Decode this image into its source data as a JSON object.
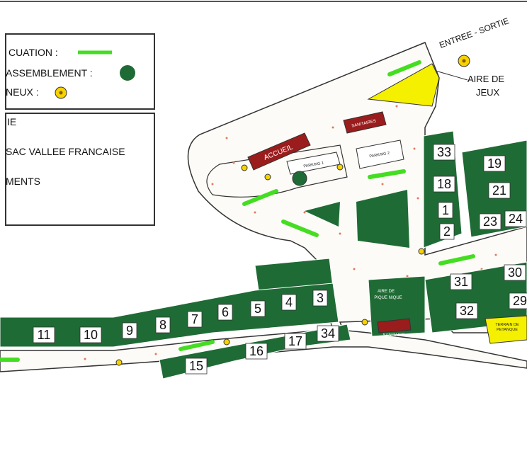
{
  "legend": {
    "line1": "CUATION :",
    "line2": "ASSEMBLEMENT :",
    "line3": "NEUX :",
    "evacuation_color": "#44dd22",
    "assembly_color": "#1f6b35",
    "sign_color": "#f6d200"
  },
  "info": {
    "line1": "IE",
    "line2": "SAC VALLEE FRANCAISE",
    "line3": "MENTS"
  },
  "labels": {
    "entree_sortie": "ENTREE - SORTIE",
    "aire_de_jeux_1": "AIRE DE",
    "aire_de_jeux_2": "JEUX",
    "accueil": "ACCUEIL",
    "sanitaires_top": "SANITAIRES",
    "parking1": "PARKING 1",
    "parking2": "PARKING 2",
    "aire_pique_1": "AIRE DE",
    "aire_pique_2": "PIQUE NIQUE",
    "sanitaire_bottom": "SANITAIRE",
    "petanque_1": "TERRAIN DE",
    "petanque_2": "PETANQUE"
  },
  "pitches": [
    "33",
    "19",
    "18",
    "21",
    "1",
    "23",
    "24",
    "2",
    "30",
    "31",
    "29",
    "32",
    "3",
    "4",
    "5",
    "6",
    "7",
    "8",
    "9",
    "10",
    "11",
    "34",
    "17",
    "16",
    "15"
  ],
  "colors": {
    "pitch": "#1f6b35",
    "road": "#ffffff",
    "building": "#9b1c1c",
    "play_area": "#f5f000",
    "arrow": "#44dd22"
  }
}
